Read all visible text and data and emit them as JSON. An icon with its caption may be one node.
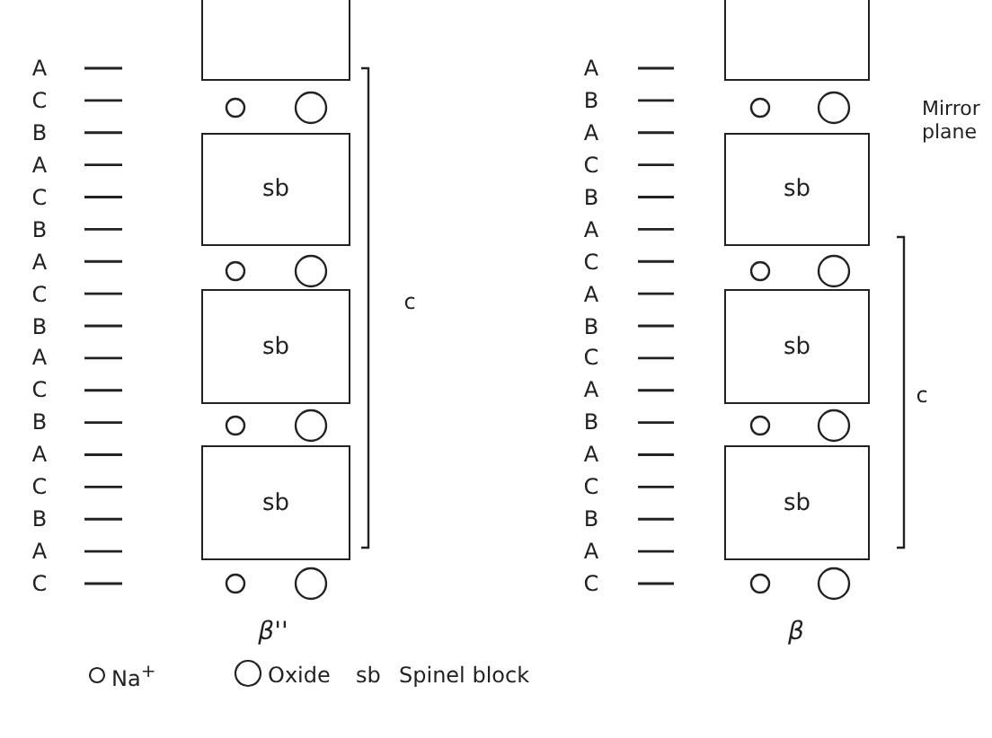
{
  "diagram": {
    "nodes": [
      {
        "text": [],
        "shape": "box"
      },
      {
        "text": [
          "sb"
        ]
      },
      {
        "text": [
          "sb"
        ]
      },
      {
        "text": [
          "sb"
        ]
      },
      {
        "text": [],
        "shape": "box"
      },
      {
        "text": [
          "sb"
        ]
      },
      {
        "text": [
          "sb"
        ]
      },
      {
        "text": [
          "sb"
        ]
      }
    ],
    "labels": [
      "A",
      "C",
      "B",
      "A",
      "C",
      "B",
      "A",
      "C",
      "B",
      "A",
      "C",
      "B",
      "A",
      "C",
      "B",
      "A",
      "C",
      "c",
      "β''",
      "A",
      "B",
      "A",
      "C",
      "B",
      "A",
      "C",
      "A",
      "B",
      "C",
      "A",
      "B",
      "A",
      "C",
      "B",
      "A",
      "C",
      "Mirror plane",
      "c",
      "β",
      "sb"
    ],
    "legend": [
      {
        "text": "Na$^{+}$"
      },
      {
        "text": "Oxide"
      },
      {
        "text": "Spinel block"
      }
    ]
  }
}
